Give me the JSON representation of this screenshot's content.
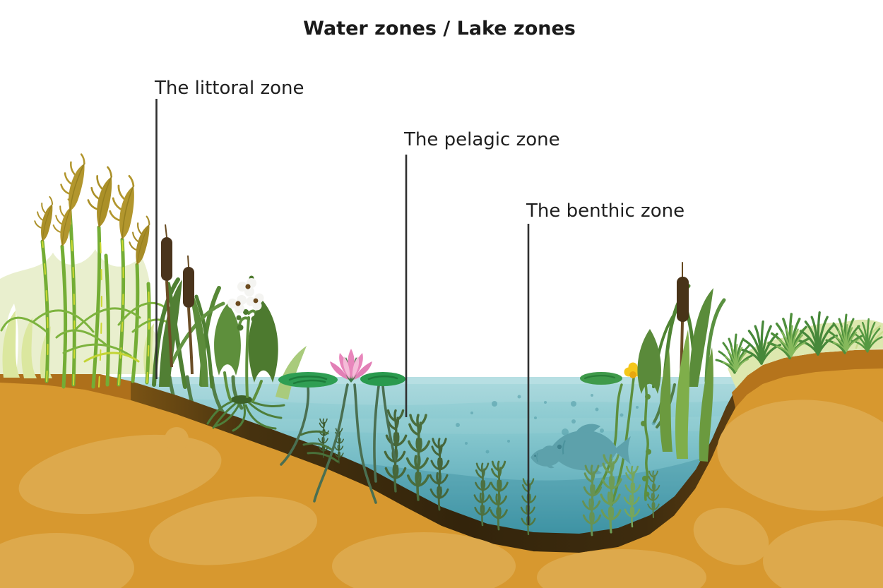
{
  "title": "Water zones / Lake zones",
  "zones": [
    {
      "id": "littoral",
      "label": "The littoral zone"
    },
    {
      "id": "pelagic",
      "label": "The pelagic zone"
    },
    {
      "id": "benthic",
      "label": "The benthic zone"
    }
  ],
  "colors": {
    "background": "#ffffff",
    "water_surface": "#a3d6da",
    "water_mid": "#63afbc",
    "water_deep": "#2f8a9c",
    "ground": "#d7982f",
    "ground_light": "#dda94c",
    "bank_edge_left": "#ae701b",
    "bank_edge_right": "#b5741c",
    "sediment_dark": "#33240b",
    "reed_plume_gold": "#b2962d",
    "reed_stem_green": "#74ad35",
    "cattail_brown": "#4a341c",
    "plant_green": "#5a8a3a",
    "hornwort_green": "#50743f",
    "pale_silhouette": "#e9efce",
    "lily_pad_green": "#2f9e53",
    "lily_flower_pink": "#e886bb",
    "lily_flower_pink_light": "#f4bcd8",
    "pond_lily_yellow": "#f5c71b",
    "fish_teal": "#5da1ab",
    "label_line": "#2f2f2f",
    "text": "#1c1c1c"
  }
}
